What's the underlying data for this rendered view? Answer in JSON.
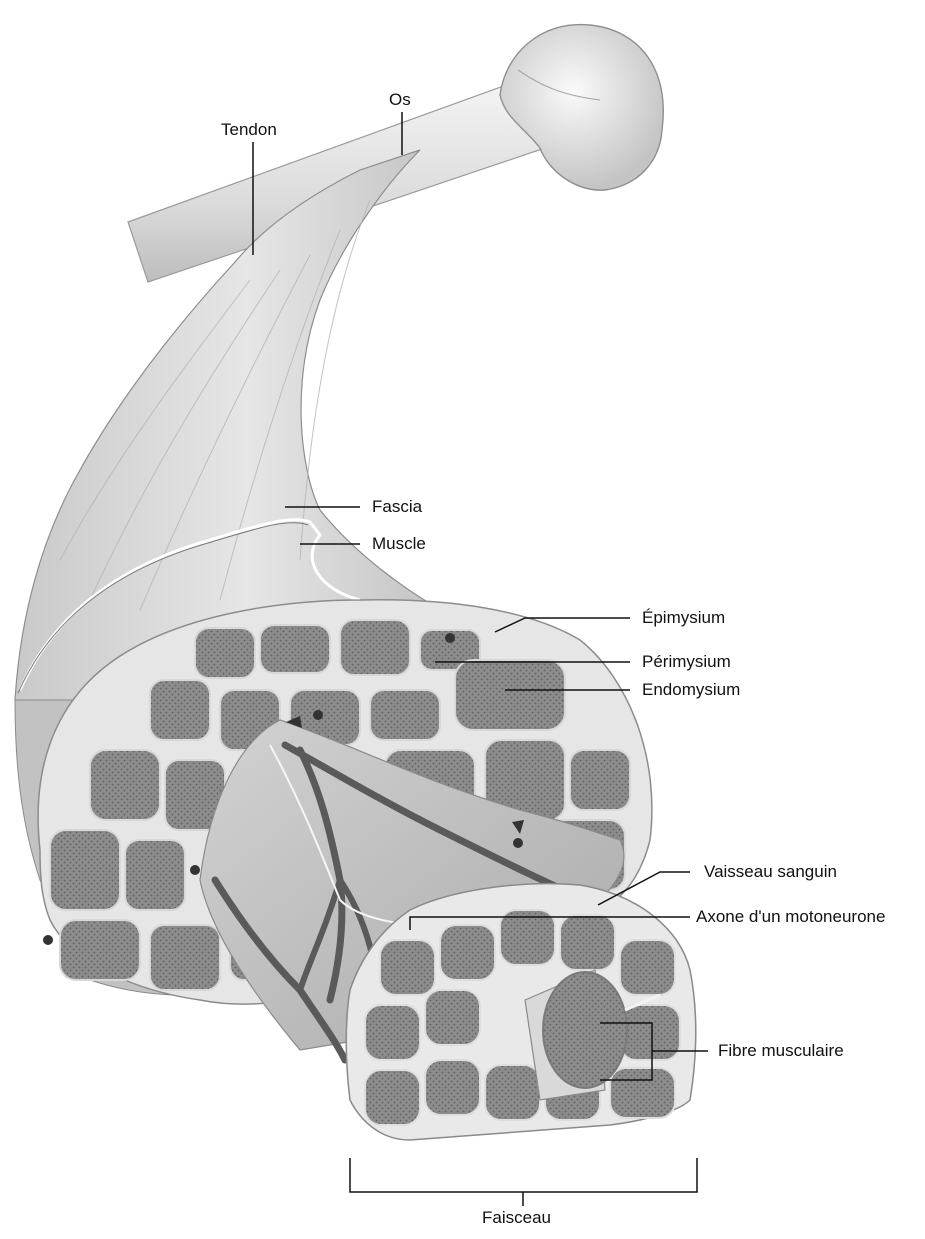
{
  "labels": {
    "os": "Os",
    "tendon": "Tendon",
    "fascia": "Fascia",
    "muscle": "Muscle",
    "epimysium": "Épimysium",
    "perimysium": "Périmysium",
    "endomysium": "Endomysium",
    "vaisseau": "Vaisseau sanguin",
    "axone": "Axone d'un motoneurone",
    "fibre": "Fibre musculaire",
    "faisceau": "Faisceau"
  },
  "colors": {
    "background": "#ffffff",
    "tissue_light": "#e4e4e4",
    "tissue_mid": "#c8c8c8",
    "fiber_bundle": "#8a8a8a",
    "vessel": "#5a5a5a",
    "leader_line": "#111111"
  }
}
